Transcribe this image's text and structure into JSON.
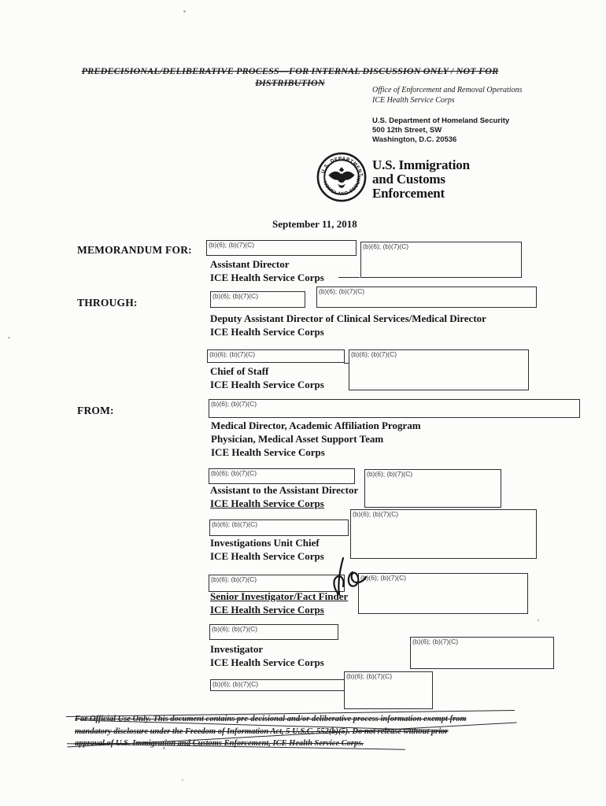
{
  "colors": {
    "ink": "#161616",
    "box_border": "#2e2e2e"
  },
  "classification": {
    "line1": "PREDECISIONAL/DELIBERATIVE PROCESS—FOR INTERNAL DISCUSSION ONLY / NOT FOR",
    "line2": "DISTRIBUTION"
  },
  "letterhead": {
    "office1": "Office of Enforcement and Removal Operations",
    "office2": "ICE Health Service Corps",
    "dept": "U.S. Department of Homeland Security",
    "address1": "500 12th Street, SW",
    "address2": "Washington, D.C. 20536"
  },
  "seal": {
    "top": "U.S. DEPARTMENT OF",
    "bottom": "HOMELAND SECURITY"
  },
  "wordmark": [
    "U.S. Immigration",
    "and Customs",
    "Enforcement"
  ],
  "date": "September 11, 2018",
  "labels": {
    "memo_for": "MEMORANDUM FOR:",
    "through": "THROUGH:",
    "from": "FROM:"
  },
  "redaction_label": "(b)(6); (b)(7)(C)",
  "blocks": {
    "assistant_director": [
      "Assistant Director",
      "ICE Health Service Corps"
    ],
    "deputy": [
      "Deputy Assistant Director of Clinical Services/Medical Director",
      "ICE Health Service Corps"
    ],
    "chief": [
      "Chief of Staff",
      "ICE Health Service Corps"
    ],
    "medical": [
      "Medical Director, Academic Affiliation Program",
      "Physician, Medical Asset Support Team",
      "ICE Health Service Corps"
    ],
    "asst_to_ad": [
      "Assistant to the Assistant Director",
      "ICE Health Service Corps"
    ],
    "iu_chief": [
      "Investigations Unit Chief",
      "ICE Health Service Corps"
    ],
    "senior": [
      "Senior Investigator/Fact Finder",
      "ICE Health Service Corps"
    ],
    "investigator": [
      "Investigator",
      "ICE Health Service Corps"
    ]
  },
  "marks": {
    "handwritten": "do",
    "apostrophe": "'"
  },
  "footer": {
    "line1": "For Official Use Only. This document contains pre-decisional and/or deliberative process information exempt from",
    "line2": "mandatory disclosure under the Freedom of Information Act, 5 U.S.C. 552(b)(5). Do not release without prior",
    "line3": "approval of U.S. Immigration and Customs Enforcement, ICE Health Service Corps."
  }
}
